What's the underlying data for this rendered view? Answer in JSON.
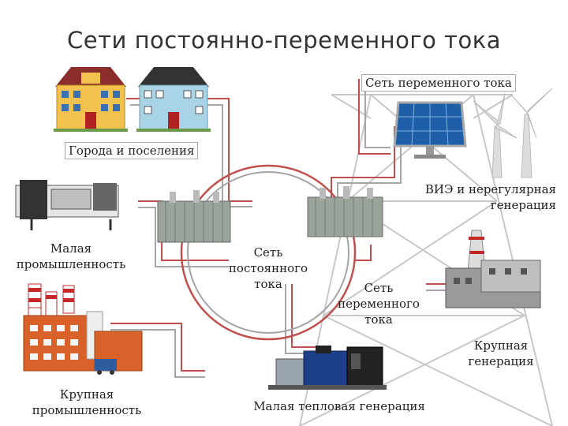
{
  "title": "Сети постоянно-переменного тока",
  "labels": {
    "ac_grid_top": "Сеть переменного тока",
    "cities": "Города и поселения",
    "res": [
      "ВИЭ и нерегулярная",
      "генерация"
    ],
    "small_industry": [
      "Малая",
      "промышленность"
    ],
    "dc_grid": [
      "Сеть",
      "постоянного",
      "тока"
    ],
    "ac_grid_center": [
      "Сеть",
      "переменного",
      "тока"
    ],
    "large_gen": [
      "Крупная",
      "генерация"
    ],
    "large_industry": [
      "Крупная",
      "промышленность"
    ],
    "small_thermal": "Малая тепловая генерация"
  },
  "colors": {
    "line_red": "#c0504d",
    "line_gray": "#a6a6a6",
    "house_yellow": "#f2c14e",
    "house_blue": "#a8d4e6",
    "factory_orange": "#d9622b",
    "solar_blue": "#1f5fa8",
    "generator_blue": "#1d3f8a"
  }
}
